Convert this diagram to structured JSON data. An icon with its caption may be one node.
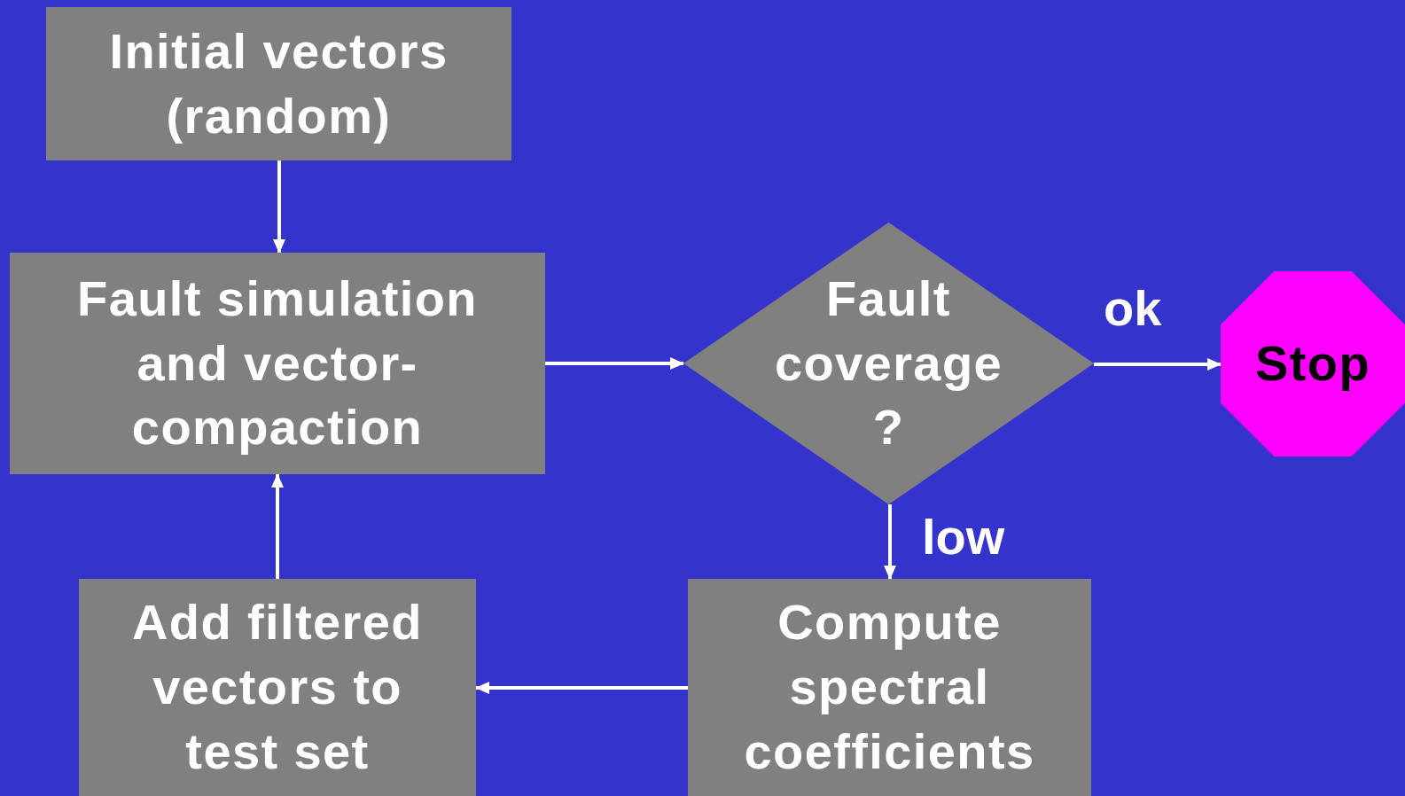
{
  "diagram": {
    "nodes": [
      {
        "text": [
          "Initial vectors (random)"
        ]
      },
      {
        "text": [
          "Fault simulation and vector-compaction"
        ]
      },
      {
        "text": [
          "Fault coverage ?"
        ]
      },
      {
        "text": [
          "Stop"
        ]
      },
      {
        "text": [
          "Add filtered vectors to test set"
        ]
      },
      {
        "text": [
          "Compute spectral coefficients"
        ]
      }
    ],
    "edges": [
      {
        "from": 0,
        "to": 1,
        "arrow": "to"
      },
      {
        "from": 1,
        "to": 2,
        "arrow": "to"
      },
      {
        "from": 2,
        "to": 3,
        "arrow": "to",
        "label": "ok"
      },
      {
        "from": 2,
        "to": 5,
        "arrow": "to",
        "label": "low"
      },
      {
        "from": 5,
        "to": 4,
        "arrow": "to"
      },
      {
        "from": 4,
        "to": 1,
        "arrow": "to"
      }
    ]
  }
}
